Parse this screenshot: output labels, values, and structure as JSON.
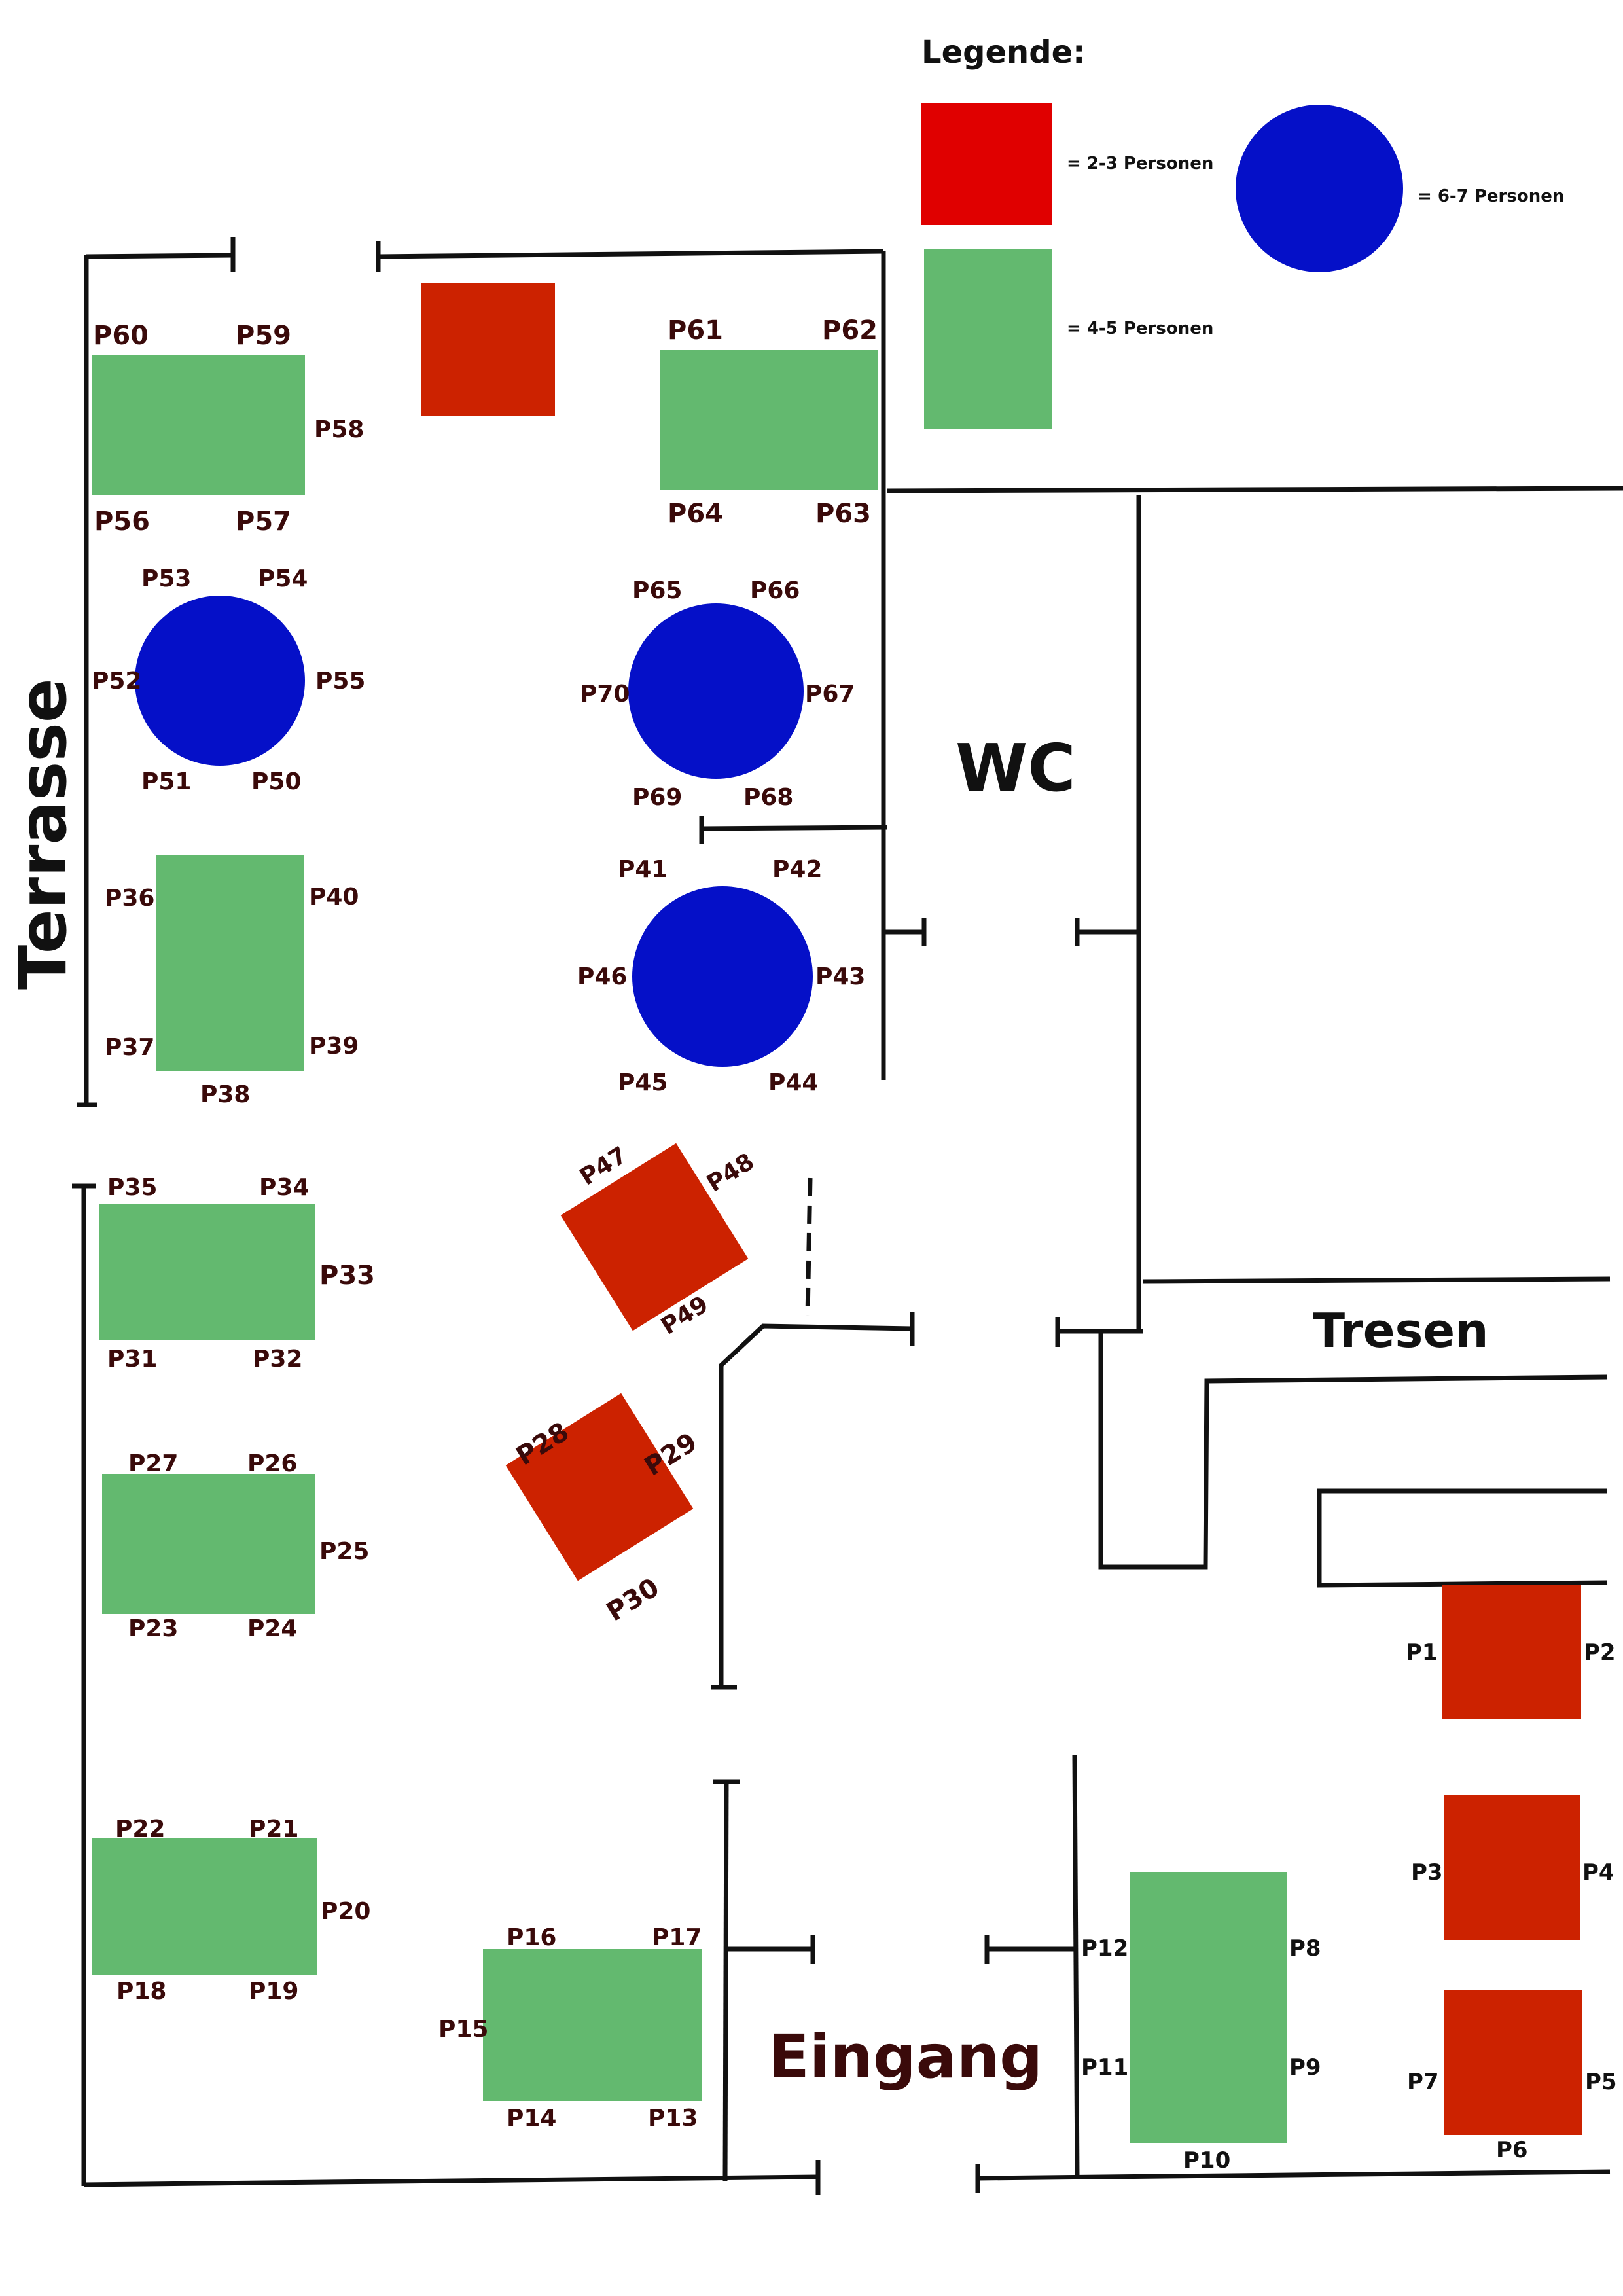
{
  "colors": {
    "small_table": "#cc2200",
    "legend_small": "#e00000",
    "medium_table": "#63b96f",
    "large_table": "#0510c8",
    "label": "#3a0a0a",
    "walls": "#111111"
  },
  "legend": {
    "title": "Legende:",
    "small": "= 2-3 Personen",
    "medium": "= 4-5 Personen",
    "large": "= 6-7 Personen"
  },
  "rooms": {
    "terrasse": "Terrasse",
    "wc": "WC",
    "tresen": "Tresen",
    "eingang": "Eingang"
  },
  "labels": {
    "p1": "P1",
    "p2": "P2",
    "p3": "P3",
    "p4": "P4",
    "p5": "P5",
    "p6": "P6",
    "p7": "P7",
    "p8": "P8",
    "p9": "P9",
    "p10": "P10",
    "p11": "P11",
    "p12": "P12",
    "p13": "P13",
    "p14": "P14",
    "p15": "P15",
    "p16": "P16",
    "p17": "P17",
    "p18": "P18",
    "p19": "P19",
    "p20": "P20",
    "p21": "P21",
    "p22": "P22",
    "p23": "P23",
    "p24": "P24",
    "p25": "P25",
    "p26": "P26",
    "p27": "P27",
    "p28": "P28",
    "p29": "P29",
    "p30": "P30",
    "p31": "P31",
    "p32": "P32",
    "p33": "P33",
    "p34": "P34",
    "p35": "P35",
    "p36": "P36",
    "p37": "P37",
    "p38": "P38",
    "p39": "P39",
    "p40": "P40",
    "p41": "P41",
    "p42": "P42",
    "p43": "P43",
    "p44": "P44",
    "p45": "P45",
    "p46": "P46",
    "p47": "P47",
    "p48": "P48",
    "p49": "P49",
    "p50": "P50",
    "p51": "P51",
    "p52": "P52",
    "p53": "P53",
    "p54": "P54",
    "p55": "P55",
    "p56": "P56",
    "p57": "P57",
    "p58": "P58",
    "p59": "P59",
    "p60": "P60",
    "p61": "P61",
    "p62": "P62",
    "p63": "P63",
    "p64": "P64",
    "p65": "P65",
    "p66": "P66",
    "p67": "P67",
    "p68": "P68",
    "p69": "P69",
    "p70": "P70"
  }
}
